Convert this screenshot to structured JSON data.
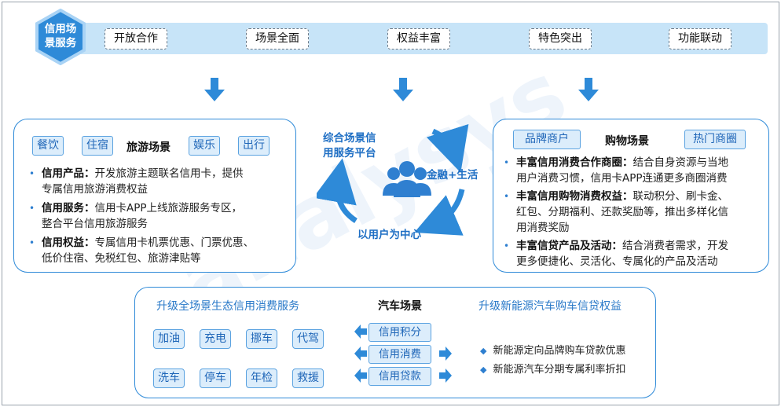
{
  "top": {
    "badge": [
      "信用场",
      "景服务"
    ],
    "tags": [
      "开放合作",
      "场景全面",
      "权益丰富",
      "特色突出",
      "功能联动"
    ]
  },
  "travel": {
    "chips": [
      "餐饮",
      "住宿",
      "娱乐",
      "出行"
    ],
    "title": "旅游场景",
    "bullets": [
      {
        "label": "信用产品：",
        "lines": [
          "开发旅游主题联名信用卡，提供",
          "专属信用旅游消费权益"
        ]
      },
      {
        "label": "信用服务：",
        "lines": [
          "信用卡APP上线旅游服务专区，",
          "整合平台信用旅游服务"
        ]
      },
      {
        "label": "信用权益：",
        "lines": [
          "专属信用卡机票优惠、门票优惠、",
          "低价住宿、免税红包、旅游津贴等"
        ]
      }
    ]
  },
  "center": {
    "platform": [
      "综合场景信",
      "用服务平台"
    ],
    "finance": "金融+生活",
    "user_center": "以用户为中心"
  },
  "shopping": {
    "chips": [
      "品牌商户",
      "热门商圈"
    ],
    "title": "购物场景",
    "bullets": [
      {
        "label": "丰富信用消费合作商圈：",
        "lines": [
          "结合自身资源与当地",
          "用户消费习惯，信用卡APP连通更多商圈消费"
        ]
      },
      {
        "label": "丰富信用购物消费权益：",
        "lines": [
          "联动积分、刷卡金、",
          "红包、分期福利、还款奖励等，推出多样化信",
          "用消费奖励"
        ]
      },
      {
        "label": "丰富信贷产品及活动：",
        "lines": [
          "结合消费者需求，开发",
          "更多便捷化、灵活化、专属化的产品及活动"
        ]
      }
    ]
  },
  "car": {
    "left_heading": "升级全场景生态信用消费服务",
    "title": "汽车场景",
    "right_heading": "升级新能源汽车购车信贷权益",
    "services": [
      "加油",
      "充电",
      "挪车",
      "代驾",
      "洗车",
      "停车",
      "年检",
      "救援"
    ],
    "credit": [
      "信用积分",
      "信用消费",
      "信用贷款"
    ],
    "benefits": [
      "新能源定向品牌购车贷款优惠",
      "新能源汽车分期专属利率折扣"
    ]
  },
  "colors": {
    "primary": "#2e8ad8",
    "chip_bg": "#dcedfb",
    "banner": "#c7e4f8"
  }
}
